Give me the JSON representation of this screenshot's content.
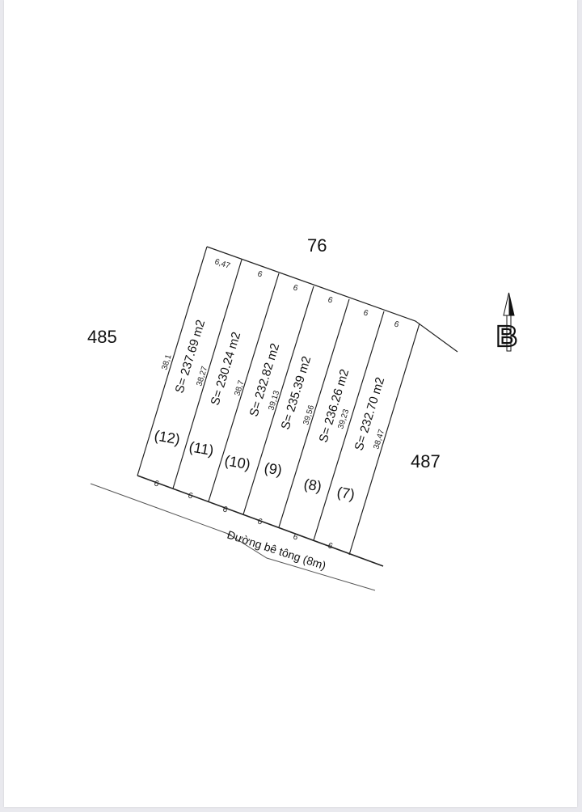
{
  "map": {
    "neighbors": {
      "north": "76",
      "west": "485",
      "east": "487"
    },
    "north_arrow_label": "B",
    "road_label": "Đường bê tông (8m)",
    "front_width_left": "6,47",
    "lots": [
      {
        "number": "(12)",
        "area": "S= 237.69 m2",
        "top_width": "6,47",
        "bottom_width": "6",
        "left_depth": "38,1"
      },
      {
        "number": "(11)",
        "area": "S= 230.24 m2",
        "top_width": "6",
        "bottom_width": "6",
        "left_depth": "38,27"
      },
      {
        "number": "(10)",
        "area": "S= 232.82 m2",
        "top_width": "6",
        "bottom_width": "6",
        "left_depth": "38,7"
      },
      {
        "number": "(9)",
        "area": "S= 235.39 m2",
        "top_width": "6",
        "bottom_width": "6",
        "left_depth": "39,13"
      },
      {
        "number": "(8)",
        "area": "S= 236.26 m2",
        "top_width": "6",
        "bottom_width": "6",
        "left_depth": "39,56"
      },
      {
        "number": "(7)",
        "area": "S= 232.70 m2",
        "top_width": "6",
        "bottom_width": "6",
        "left_depth": "39,23",
        "right_depth": "38,47"
      }
    ]
  }
}
